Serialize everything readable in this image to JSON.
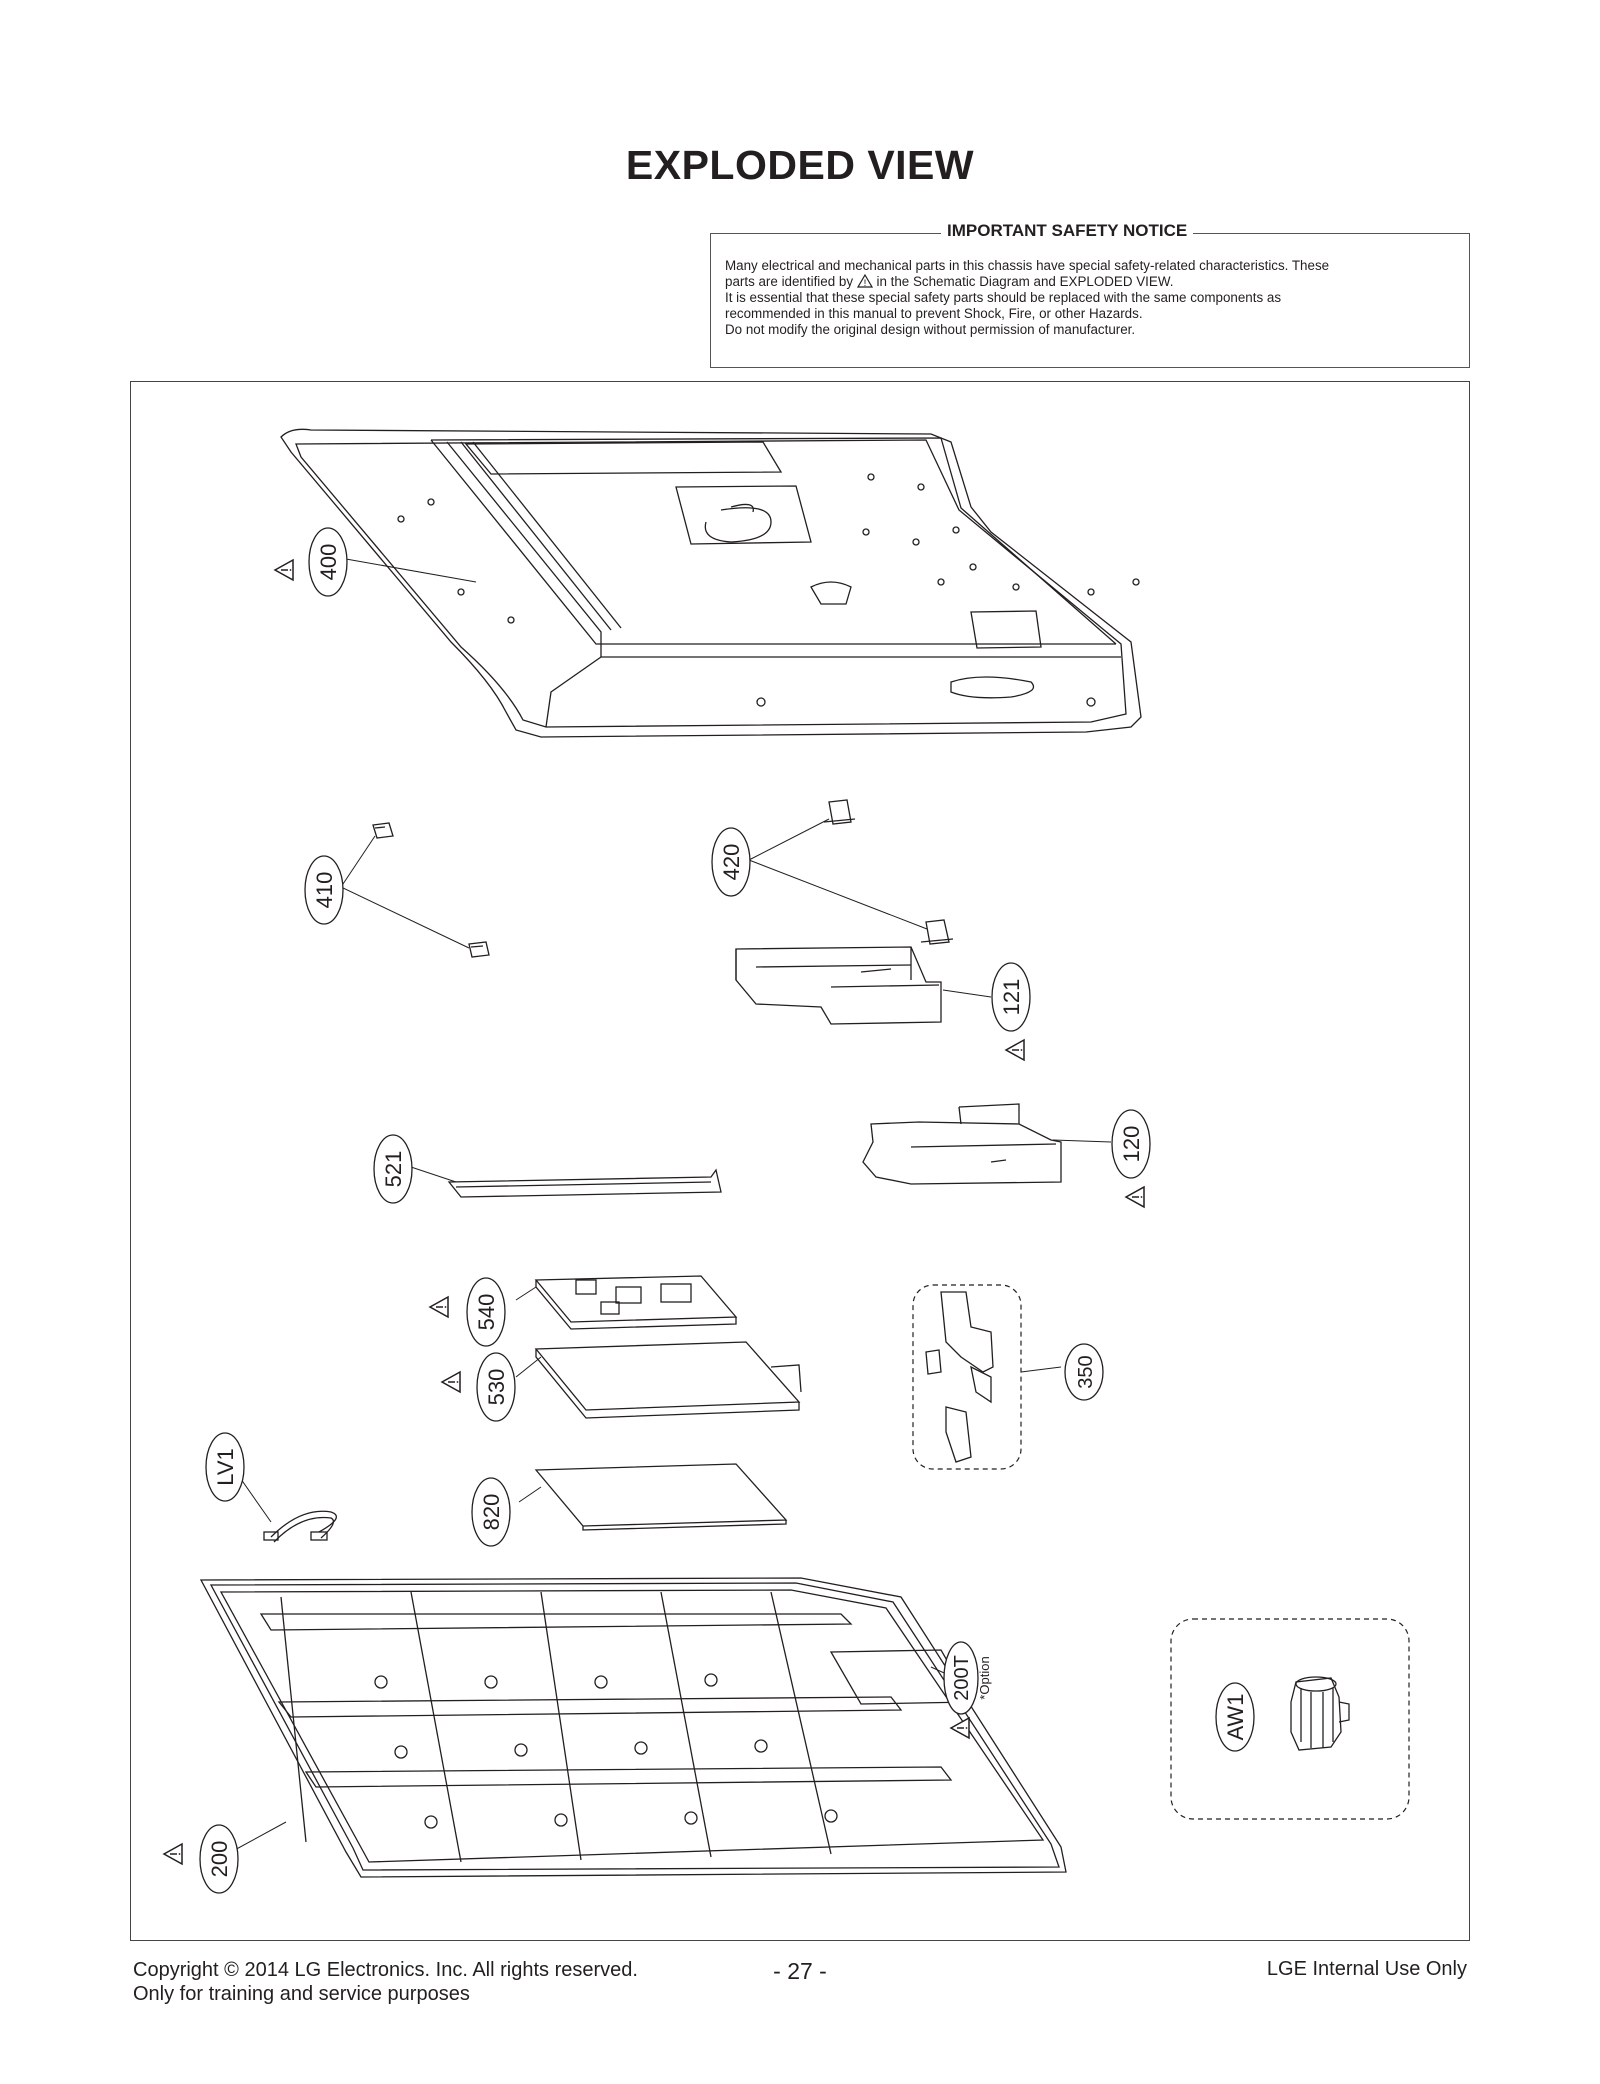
{
  "page": {
    "title": "EXPLODED VIEW"
  },
  "notice": {
    "title": "IMPORTANT SAFETY NOTICE",
    "line1": "Many electrical and mechanical parts in this chassis have special safety-related characteristics. These",
    "line2_pre": "parts are identified by",
    "line2_post": "in the Schematic Diagram and EXPLODED VIEW.",
    "line3": "It is essential that these special safety parts should be replaced with the same components as",
    "line4": "recommended in this manual to prevent Shock, Fire, or other Hazards.",
    "line5": "Do not modify the original design without permission of manufacturer."
  },
  "parts": {
    "p400": "400",
    "p410": "410",
    "p420": "420",
    "p121": "121",
    "p120": "120",
    "p521": "521",
    "p540": "540",
    "p530": "530",
    "p350": "350",
    "pLV1": "LV1",
    "p820": "820",
    "p200T": "200T",
    "option": "*Option",
    "pAW1": "AW1",
    "p200": "200"
  },
  "footer": {
    "copyright": "Copyright  © 2014  LG Electronics. Inc. All rights reserved.",
    "training": "Only for training and service purposes",
    "page_number": "- 27 -",
    "internal": "LGE Internal Use Only"
  }
}
